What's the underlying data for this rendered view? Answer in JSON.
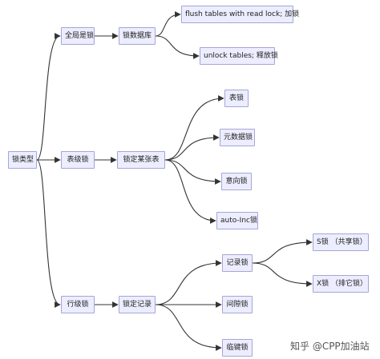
{
  "nodes": {
    "root": "锁类型",
    "global": "全局是锁",
    "table": "表级锁",
    "row": "行级锁",
    "lock_db": "锁数据库",
    "flush": "flush tables with read lock; 加锁",
    "unlock": "unlock tables; 释放锁",
    "lock_table": "锁定某张表",
    "table_lock": "表锁",
    "mdl": "元数据锁",
    "intent": "意向锁",
    "autoinc": "auto-Inc锁",
    "lock_record": "锁定记录",
    "record_lock": "记录锁",
    "gap_lock": "间隙锁",
    "next_key": "临键锁",
    "s_lock": "S锁 （共享锁）",
    "x_lock": "X锁 （排它锁）"
  },
  "edges": [
    [
      "root",
      "global"
    ],
    [
      "root",
      "table"
    ],
    [
      "root",
      "row"
    ],
    [
      "global",
      "lock_db"
    ],
    [
      "lock_db",
      "flush"
    ],
    [
      "lock_db",
      "unlock"
    ],
    [
      "table",
      "lock_table"
    ],
    [
      "lock_table",
      "table_lock"
    ],
    [
      "lock_table",
      "mdl"
    ],
    [
      "lock_table",
      "intent"
    ],
    [
      "lock_table",
      "autoinc"
    ],
    [
      "row",
      "lock_record"
    ],
    [
      "lock_record",
      "record_lock"
    ],
    [
      "lock_record",
      "gap_lock"
    ],
    [
      "lock_record",
      "next_key"
    ],
    [
      "record_lock",
      "s_lock"
    ],
    [
      "record_lock",
      "x_lock"
    ]
  ],
  "watermark": "知乎 @CPP加油站"
}
